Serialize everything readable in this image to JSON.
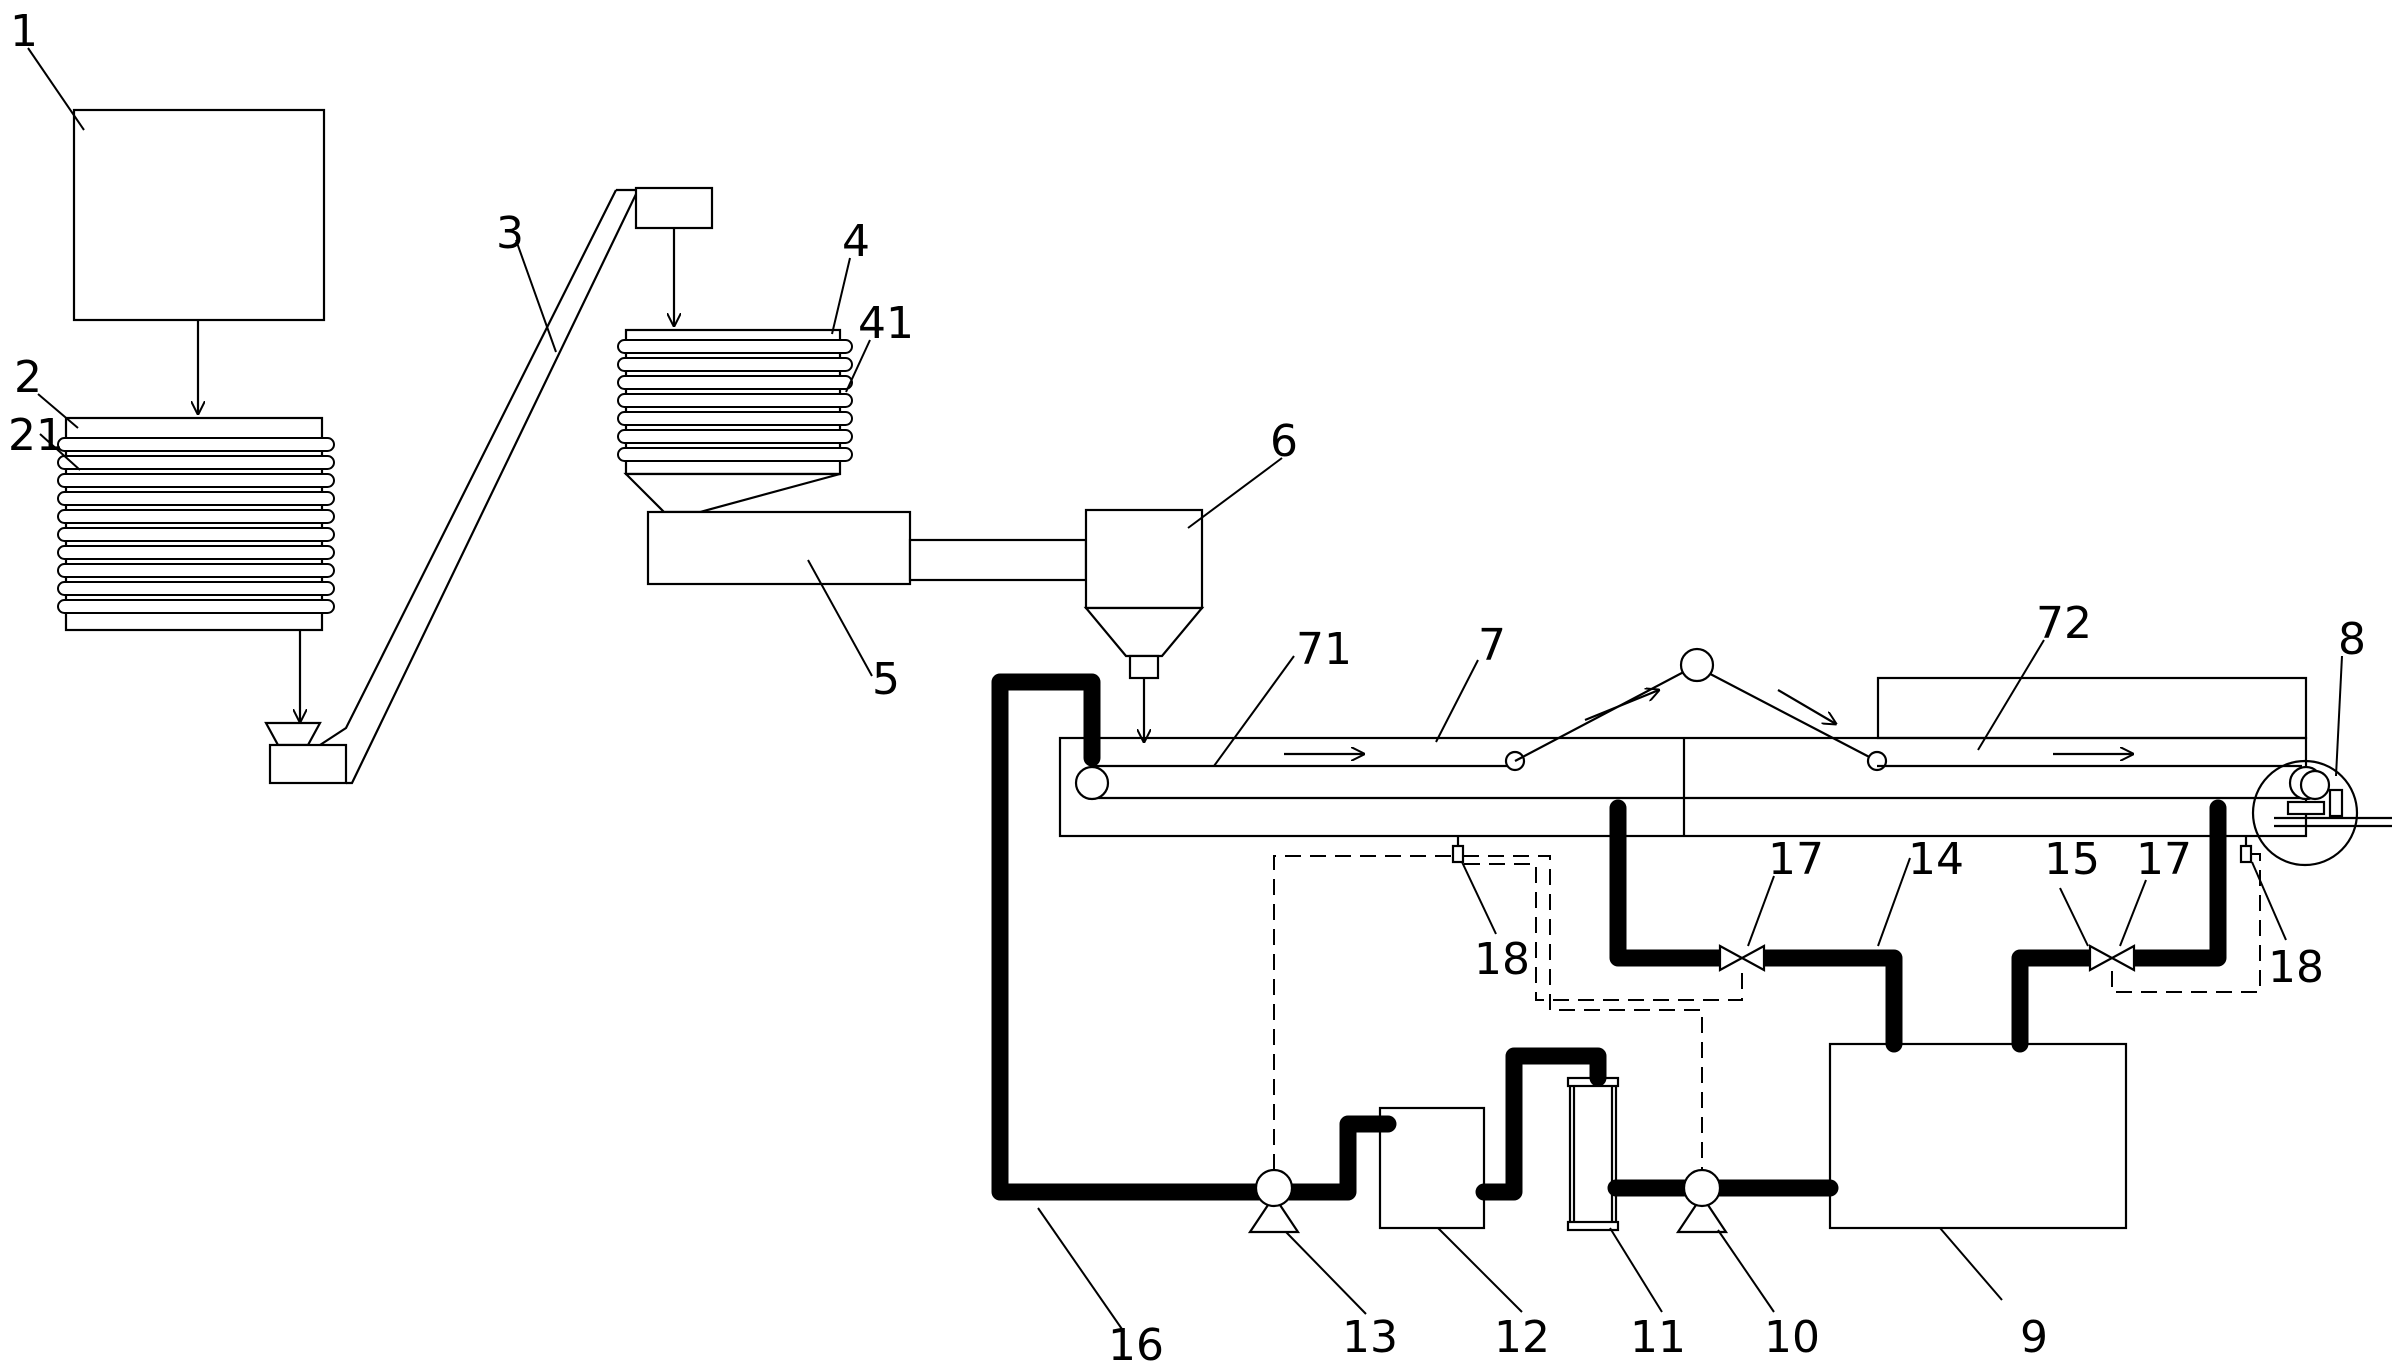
{
  "labels": {
    "n1": "1",
    "n2": "2",
    "n21": "21",
    "n3": "3",
    "n4": "4",
    "n41": "41",
    "n5": "5",
    "n6": "6",
    "n7": "7",
    "n71": "71",
    "n72": "72",
    "n8": "8",
    "n9": "9",
    "n10": "10",
    "n11": "11",
    "n12": "12",
    "n13": "13",
    "n14": "14",
    "n15": "15",
    "n16": "16",
    "n17a": "17",
    "n17b": "17",
    "n18a": "18",
    "n18b": "18"
  }
}
